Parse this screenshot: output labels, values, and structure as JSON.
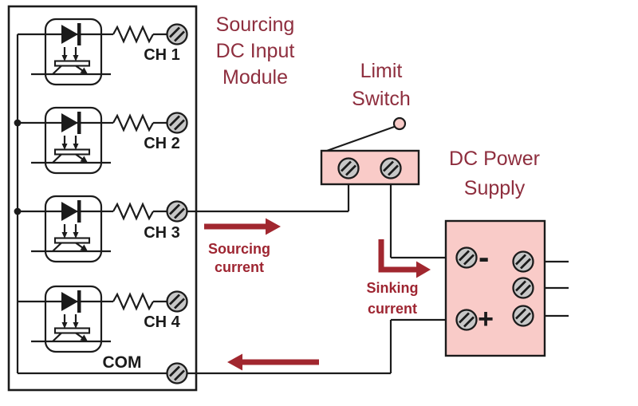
{
  "palette": {
    "bg": "#ffffff",
    "ink": "#1b1b1b",
    "pink": "#f9cbc8",
    "screw": "#c7c7c7",
    "title-red": "#8e2e3e",
    "label-red": "#9e2531",
    "arrow-red": "#a1272f"
  },
  "module": {
    "title_lines": [
      "Sourcing",
      "DC Input",
      "Module"
    ],
    "channels": [
      {
        "label": "CH 1"
      },
      {
        "label": "CH 2"
      },
      {
        "label": "CH 3"
      },
      {
        "label": "CH 4"
      }
    ],
    "com_label": "COM"
  },
  "limit_switch": {
    "title_lines": [
      "Limit",
      "Switch"
    ]
  },
  "power_supply": {
    "title_lines": [
      "DC Power",
      "Supply"
    ],
    "negative_label": "-",
    "positive_label": "+"
  },
  "flow_labels": {
    "sourcing": {
      "lines": [
        "Sourcing",
        "current"
      ]
    },
    "sinking": {
      "lines": [
        "Sinking",
        "current"
      ]
    }
  },
  "icons": {
    "screw_terminal": "screw-terminal-icon",
    "optocoupler": "optocoupler-icon",
    "resistor": "resistor-icon",
    "lever_roller": "lever-roller-icon"
  }
}
